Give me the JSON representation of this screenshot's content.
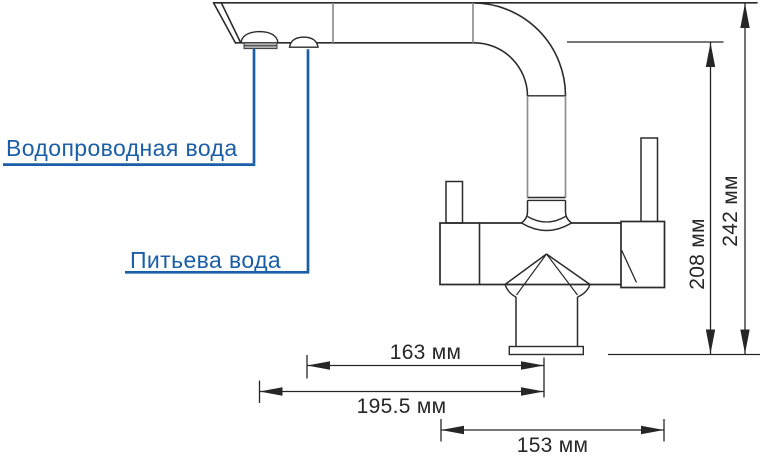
{
  "diagram": {
    "kind": "faucet-dimension-drawing",
    "labels": {
      "tap_water": "Водопроводная вода",
      "drinking_water": "Питьева вода"
    },
    "dimensions": {
      "drinking_outlet_to_axis": "163 мм",
      "tap_outlet_to_axis": "195.5 мм",
      "body_width": "153 мм",
      "height_to_spout_underside": "208 мм",
      "height_to_spout_top": "242 мм"
    },
    "colors": {
      "annotation_blue": "#1b5ea8",
      "outline_dark": "#2b2b2b",
      "joint_gray": "#8e8e8e",
      "dimension_line": "#262626",
      "aerator_gray": "#b3b3b3"
    }
  }
}
